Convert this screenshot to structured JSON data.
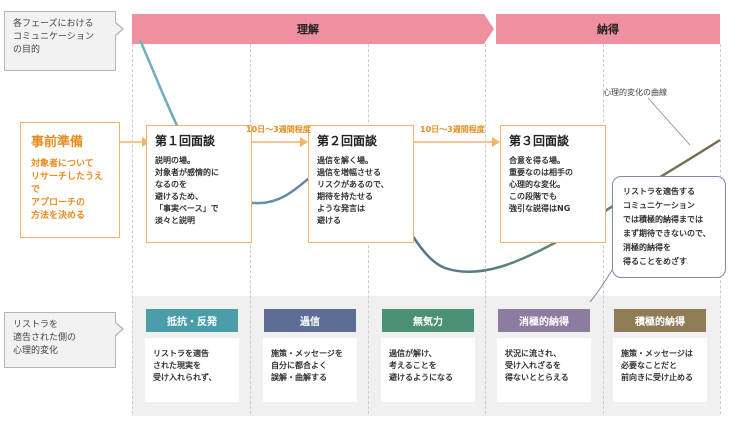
{
  "phases": [
    "理解",
    "納得"
  ],
  "callouts": {
    "phase_purpose": "各フェーズにおける\nコミュニケーション\nの目的",
    "psych_change": "リストラを\n適告された側の\n心理的変化"
  },
  "prep": {
    "title": "事前準備",
    "body": "対象者について\nリサーチしたうえで\nアプローチの\n方法を決める"
  },
  "interviews": [
    {
      "title": "第１回面談",
      "body": "説明の場。\n対象者が感情的に\nなるのを\n避けるため、\n「事実ベース」で\n淡々と説明"
    },
    {
      "title": "第２回面談",
      "body": "過信を解く場。\n過信を増幅させる\nリスクがあるので、\n期待を持たせる\nような発言は\n避ける"
    },
    {
      "title": "第３回面談",
      "body": "合意を得る場。\n重要なのは相手の\n心理的な変化。\nこの段階でも\n強引な説得はNG"
    }
  ],
  "intervals": [
    "10日〜3週間程度",
    "10日〜3週間程度"
  ],
  "curve_label": "心理的変化の曲線",
  "bubble": "リストラを適告する\nコミュニケーション\nでは積極的納得までは\nまず期待できないので、\n消極的納得を\n得ることをめざす",
  "stages": [
    {
      "label": "抵抗・反発",
      "desc": "リストラを適告\nされた現実を\n受け入れられず、",
      "color": "#4a9eaa"
    },
    {
      "label": "過信",
      "desc": "施策・メッセージを\n自分に都合よく\n誤解・曲解する",
      "color": "#5d6d95"
    },
    {
      "label": "無気力",
      "desc": "過信が解け、\n考えることを\n避けるようになる",
      "color": "#4a9075"
    },
    {
      "label": "消極的納得",
      "desc": "状況に流され、\n受け入れざるを\n得ないととらえる",
      "color": "#8e7ba0"
    },
    {
      "label": "積極的納得",
      "desc": "施策・メッセージは\n必要なことだと\n前向きに受け止める",
      "color": "#8f7c55"
    }
  ],
  "colors": {
    "phase": "#ef8fa0",
    "accent": "#e88c1e"
  }
}
